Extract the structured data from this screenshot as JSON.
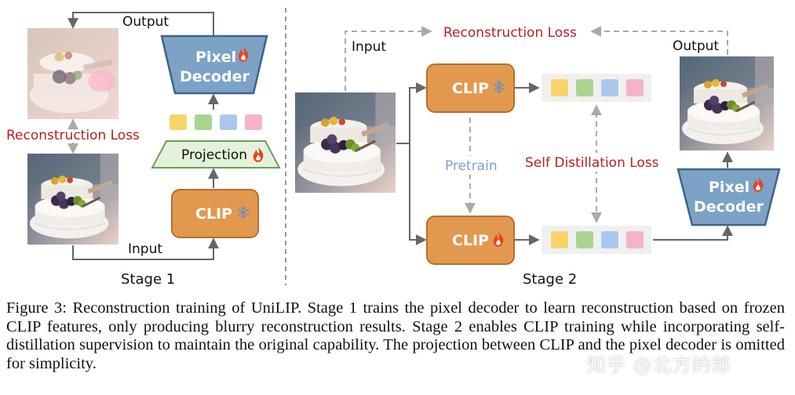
{
  "stage1": {
    "output_label": "Output",
    "input_label": "Input",
    "recon_loss": "Reconstruction Loss",
    "decoder_line1": "Pixel",
    "decoder_line2": "Decoder",
    "projection": "Projection",
    "clip": "CLIP",
    "stage_title": "Stage 1"
  },
  "stage2": {
    "input_label": "Input",
    "output_label": "Output",
    "recon_loss": "Reconstruction Loss",
    "pretrain": "Pretrain",
    "self_distill": "Self Distillation Loss",
    "clip_top": "CLIP",
    "clip_bottom": "CLIP",
    "decoder_line1": "Pixel",
    "decoder_line2": "Decoder",
    "stage_title": "Stage 2"
  },
  "icons": {
    "trainable": "flame-icon",
    "frozen": "snowflake-icon"
  },
  "token_colors": [
    "#f7d46a",
    "#a8d48f",
    "#a9c8ec",
    "#f4b3c9"
  ],
  "colors": {
    "clip_fill": "#e1994f",
    "clip_stroke": "#b86f2d",
    "decoder_fill": "#7ca2c6",
    "decoder_stroke": "#3f6388",
    "projection_fill": "#e4f2dc",
    "projection_stroke": "#6d9c5e",
    "loss_text": "#b51f24",
    "pretrain_text": "#7c9fd1"
  },
  "caption": "Figure 3: Reconstruction training of UniLIP. Stage 1 trains the pixel decoder to learn reconstruction based on frozen CLIP features, only producing blurry reconstruction results. Stage 2 enables CLIP training while incorporating self-distillation supervision to maintain the original capability. The projection between CLIP and the pixel decoder is omitted for simplicity.",
  "watermark": "知乎 @北方的郎"
}
